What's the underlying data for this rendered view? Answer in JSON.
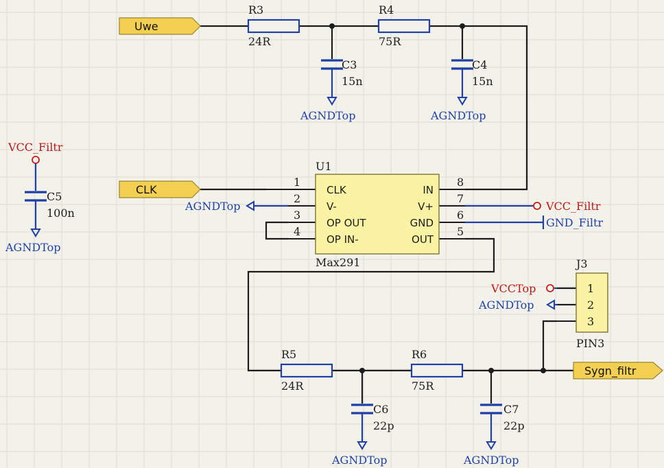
{
  "ports": {
    "uwe": "Uwe",
    "clk": "CLK",
    "sygn": "Sygn_filtr"
  },
  "resistors": {
    "r3": {
      "ref": "R3",
      "value": "24R"
    },
    "r4": {
      "ref": "R4",
      "value": "75R"
    },
    "r5": {
      "ref": "R5",
      "value": "24R"
    },
    "r6": {
      "ref": "R6",
      "value": "75R"
    }
  },
  "capacitors": {
    "c3": {
      "ref": "C3",
      "value": "15n"
    },
    "c4": {
      "ref": "C4",
      "value": "15n"
    },
    "c5": {
      "ref": "C5",
      "value": "100n"
    },
    "c6": {
      "ref": "C6",
      "value": "22p"
    },
    "c7": {
      "ref": "C7",
      "value": "22p"
    }
  },
  "ground": {
    "agnd_top": "AGNDTop",
    "gnd_filtr": "GND_Filtr"
  },
  "power": {
    "vcc_filtr": "VCC_Filtr",
    "vcc_top": "VCCTop"
  },
  "u1": {
    "ref": "U1",
    "part": "Max291",
    "pins_left": [
      {
        "num": "1",
        "name": "CLK"
      },
      {
        "num": "2",
        "name": "V-"
      },
      {
        "num": "3",
        "name": "OP OUT"
      },
      {
        "num": "4",
        "name": "OP IN-"
      }
    ],
    "pins_right": [
      {
        "num": "8",
        "name": "IN"
      },
      {
        "num": "7",
        "name": "V+"
      },
      {
        "num": "6",
        "name": "GND"
      },
      {
        "num": "5",
        "name": "OUT"
      }
    ]
  },
  "j3": {
    "ref": "J3",
    "part": "PIN3",
    "pins": [
      "1",
      "2",
      "3"
    ]
  },
  "colors": {
    "background": "#f3f2ea",
    "wire": "#1c1c1c",
    "component": "#2040a8",
    "power_label": "#c01818",
    "chip_fill": "#fbf3a4",
    "port_fill": "#f4d052"
  }
}
